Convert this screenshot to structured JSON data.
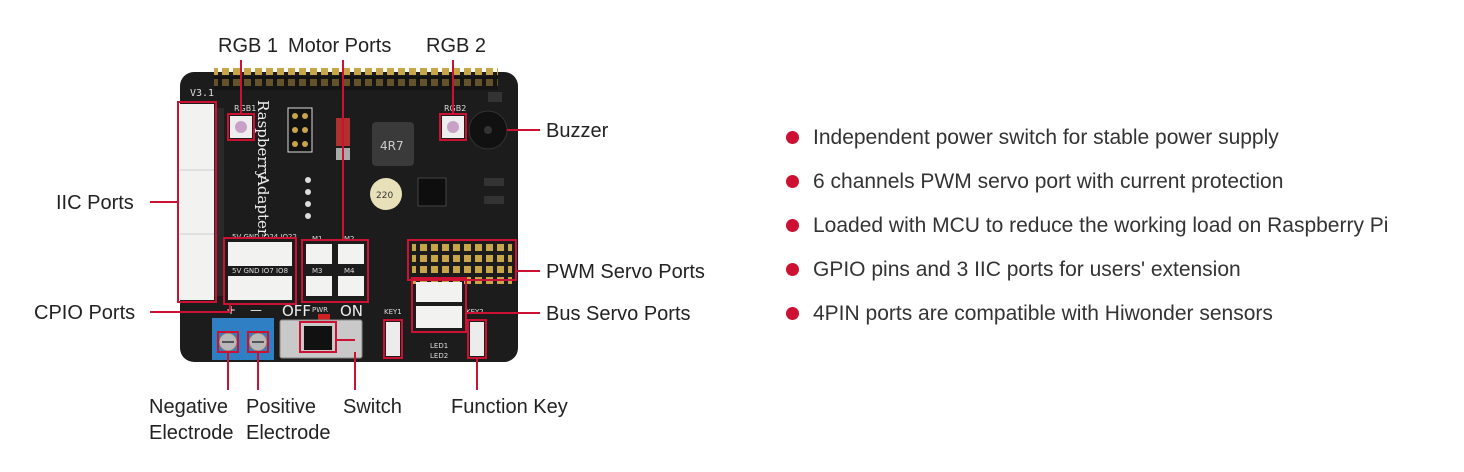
{
  "colors": {
    "accent": "#cc1133",
    "board": "#1c1c1c",
    "bullet": "#cc1133"
  },
  "board": {
    "version": "V3.1",
    "silk_rgb1": "RGB1",
    "silk_rgb2": "RGB2",
    "silk_off": "OFF",
    "silk_on": "ON",
    "silk_plus": "+",
    "silk_minus": "—",
    "silk_key1": "KEY1",
    "silk_key2": "KEY2",
    "silk_led1": "LED1",
    "silk_led2": "LED2",
    "silk_pwr": "PWR",
    "silk_raspberry": "Raspberry",
    "silk_adapter": "Adapter",
    "silk_inductor": "4R7",
    "silk_gpio_top": "5V GND IO24 IO22",
    "silk_gpio_bottom": "5V GND IO7 IO8",
    "silk_cap": "220",
    "silk_m1": "M1",
    "silk_m2": "M2",
    "silk_m3": "M3",
    "silk_m4": "M4"
  },
  "callouts": {
    "rgb1": "RGB 1",
    "motor_ports": "Motor Ports",
    "rgb2": "RGB 2",
    "buzzer": "Buzzer",
    "iic_ports": "IIC Ports",
    "pwm_servo_ports": "PWM Servo Ports",
    "cpio_ports": "CPIO Ports",
    "bus_servo_ports": "Bus Servo Ports",
    "negative_electrode_1": "Negative",
    "negative_electrode_2": "Electrode",
    "positive_electrode_1": "Positive",
    "positive_electrode_2": "Electrode",
    "switch": "Switch",
    "function_key": "Function Key"
  },
  "features": [
    "Independent power switch for stable power supply",
    "6 channels PWM servo port with current protection",
    "Loaded with MCU to reduce the working load on Raspberry Pi",
    "GPIO pins and 3 IIC ports for users' extension",
    "4PIN ports are compatible with Hiwonder sensors"
  ]
}
